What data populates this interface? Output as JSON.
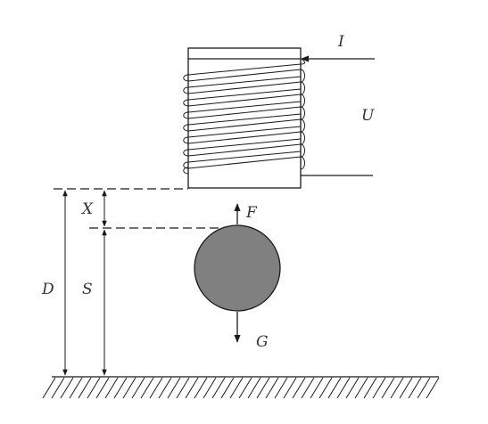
{
  "labels": {
    "current": "I",
    "voltage": "U",
    "force": "F",
    "gravity": "G",
    "gap": "X",
    "ball_height": "S",
    "coil_height": "D"
  },
  "colors": {
    "stroke": "#1a1a1a",
    "ball_fill": "#808080",
    "text": "#333333"
  }
}
